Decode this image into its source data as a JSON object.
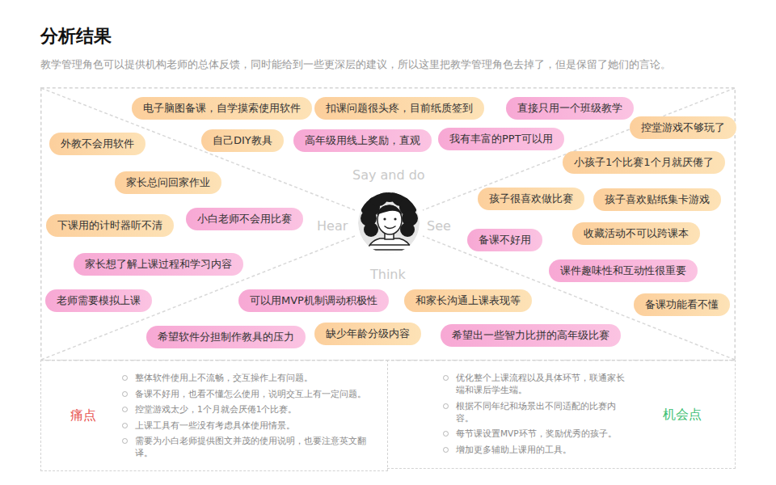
{
  "diagram": {
    "title": "分析结果",
    "caption": "教学管理角色可以提供机构老师的总体反馈，同时能给到一些更深层的建议，所以这里把教学管理角色去掉了，但是保留了她们的言论。",
    "nodes": [
      {
        "text": [
          "电子脑图备课，自学摸索使用软件"
        ]
      },
      {
        "text": [
          "扣课问题很头疼，目前纸质签到"
        ]
      },
      {
        "text": [
          "直接只用一个班级教学"
        ]
      },
      {
        "text": [
          "控堂游戏不够玩了"
        ]
      },
      {
        "text": [
          "外教不会用软件"
        ]
      },
      {
        "text": [
          "自己DIY教具"
        ]
      },
      {
        "text": [
          "高年级用线上奖励，直观"
        ]
      },
      {
        "text": [
          "我有丰富的PPT可以用"
        ]
      },
      {
        "text": [
          "小孩子1个比赛1个月就厌倦了"
        ]
      },
      {
        "text": [
          "家长总问回家作业"
        ]
      },
      {
        "text": [
          "孩子很喜欢做比赛"
        ]
      },
      {
        "text": [
          "孩子喜欢贴纸集卡游戏"
        ]
      },
      {
        "text": [
          "下课用的计时器听不清"
        ]
      },
      {
        "text": [
          "小白老师不会用比赛"
        ]
      },
      {
        "text": [
          "备课不好用"
        ]
      },
      {
        "text": [
          "收藏活动不可以跨课本"
        ]
      },
      {
        "text": [
          "家长想了解上课过程和学习内容"
        ]
      },
      {
        "text": [
          "课件趣味性和互动性很重要"
        ]
      },
      {
        "text": [
          "老师需要模拟上课"
        ]
      },
      {
        "text": [
          "可以用MVP机制调动积极性"
        ]
      },
      {
        "text": [
          "和家长沟通上课表现等"
        ]
      },
      {
        "text": [
          "备课功能看不懂"
        ]
      },
      {
        "text": [
          "希望软件分担制作教具的压力"
        ]
      },
      {
        "text": [
          "缺少年龄分级内容"
        ]
      },
      {
        "text": [
          "希望出一些智力比拼的高年级比赛"
        ]
      },
      {
        "text": [
          "痛点",
          "整体软件使用上不流畅，交互操作上有问题。",
          "备课不好用，也看不懂怎么使用，说明交互上有一定问题。",
          "控堂游戏太少，1个月就会厌倦1个比赛。",
          "上课工具有一些没有考虑具体使用情景。",
          "需要为小白老师提供图文并茂的使用说明，也要注意英文翻译。"
        ]
      },
      {
        "text": [
          "机会点",
          "优化整个上课流程以及具体环节，联通家长端和课后学生端。",
          "根据不同年纪和场景出不同适配的比赛内容。",
          "每节课设置MVP环节，奖励优秀的孩子。",
          "增加更多辅助上课用的工具。"
        ]
      }
    ],
    "labels": [
      "Say and do",
      "Hear",
      "See",
      "Think"
    ]
  }
}
